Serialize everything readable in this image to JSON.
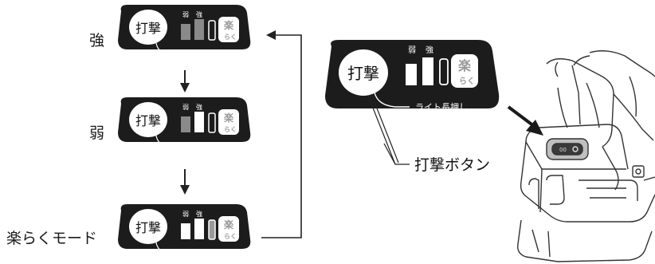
{
  "mode_labels": {
    "strong": "強",
    "weak": "弱",
    "easy": "楽らくモード"
  },
  "panel": {
    "button_text": "打撃",
    "level_weak": "弱",
    "level_strong": "強",
    "raku_char": "楽",
    "raku_kana": "らく",
    "hold_text": "ライト長押し"
  },
  "callout": {
    "button_name": "打撃ボタン"
  },
  "colors": {
    "panel_bg": "#1c1c1c",
    "circle": "#ffffff",
    "bar_active": "#ffffff",
    "bar_inactive": "#8a8a8a",
    "raku_light": "#9a9a9a",
    "line": "#222222"
  },
  "icons": {
    "arrow": "down-arrow-icon",
    "loop": "return-arrow-icon",
    "tool": "impact-driver-illustration"
  }
}
